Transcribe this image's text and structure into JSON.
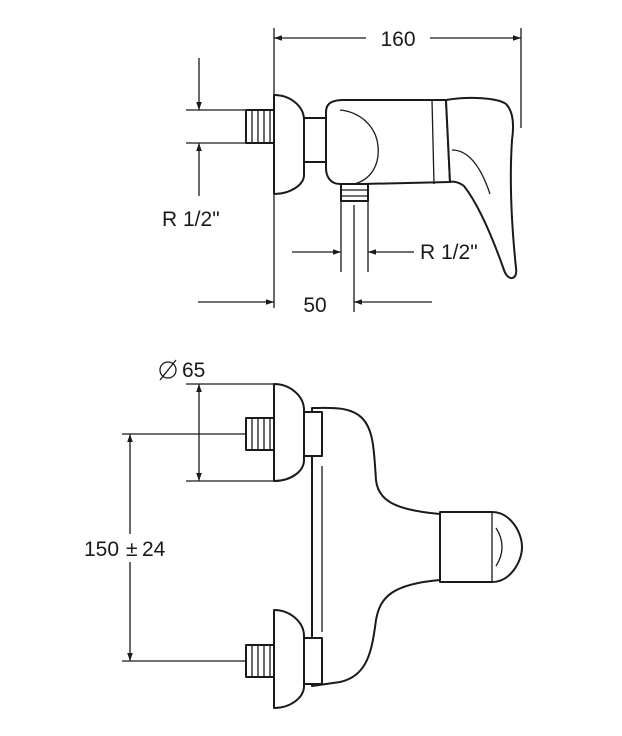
{
  "labels": {
    "width_160": "160",
    "thread_left": "R 1/2\"",
    "thread_bottom": "R 1/2\"",
    "depth_50": "50",
    "diameter": "65",
    "spacing": "150",
    "tolerance": "24"
  }
}
